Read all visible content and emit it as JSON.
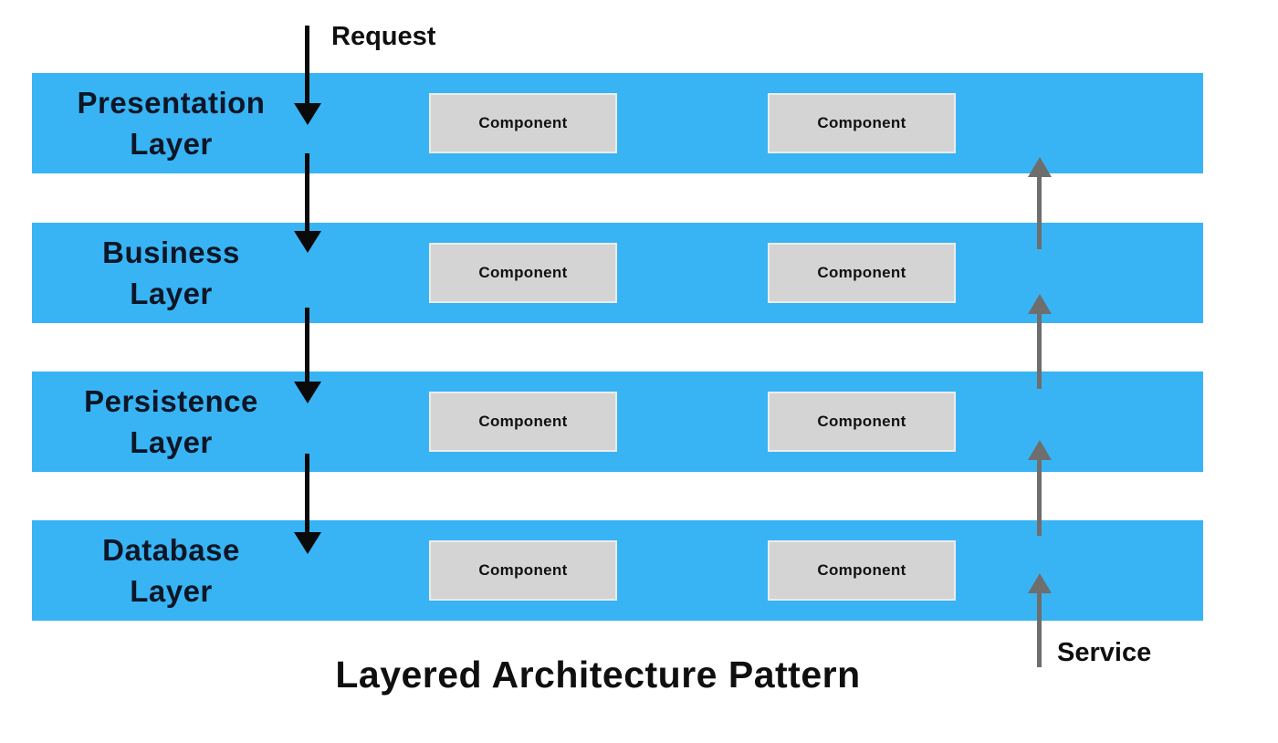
{
  "title": {
    "text": "Layered Architecture Pattern"
  },
  "flows": {
    "request_label": "Request",
    "service_label": "Service"
  },
  "layers": [
    {
      "id": "presentation",
      "label_line1": "Presentation",
      "label_line2": "Layer",
      "components": [
        "Component",
        "Component"
      ]
    },
    {
      "id": "business",
      "label_line1": "Business",
      "label_line2": "Layer",
      "components": [
        "Component",
        "Component"
      ]
    },
    {
      "id": "persistence",
      "label_line1": "Persistence",
      "label_line2": "Layer",
      "components": [
        "Component",
        "Component"
      ]
    },
    {
      "id": "database",
      "label_line1": "Database",
      "label_line2": "Layer",
      "components": [
        "Component",
        "Component"
      ]
    }
  ],
  "colors": {
    "layer_blue": "#38b4f4",
    "component_gray": "#d4d4d4",
    "component_border": "#ececec",
    "request_arrow_black": "#0a0a0a",
    "service_arrow_gray": "#6e6e6e",
    "layer_label_dark": "#0d1626",
    "background": "#ffffff"
  }
}
